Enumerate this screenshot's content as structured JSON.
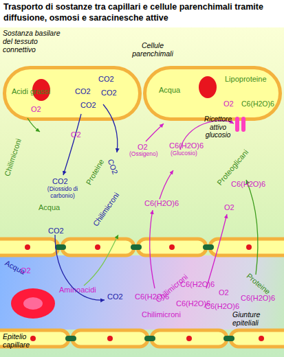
{
  "diagram": {
    "title": "Trasporto di sostanze tra capillari e cellule parenchimali tramite diffusione, osmosi e saracinesche attive",
    "nodes": [
      {
        "text": [
          "Acidi grassi",
          "CO2",
          "CO2",
          "CO2",
          "CO2",
          "O2"
        ]
      },
      {
        "text": [
          "Acqua",
          "Lipoproteine",
          "O2",
          "C6(H2O)6"
        ]
      },
      {
        "text": [
          "Acqua",
          "O2",
          "Aminoacidi",
          "CO2",
          "C6(H2O)6",
          "Chilimicroni",
          "C6(H2O)6",
          "C6(H2O)6",
          "Chilimicroni",
          "C6(H2O)6",
          "O2",
          "C6(H2O)6",
          "Proteine"
        ]
      }
    ],
    "labels": [
      "Sostanza basilare del tessuto connettivo",
      "Cellule parenchimali",
      "Chilimicroni",
      "O2",
      "CO2",
      "(Diossido di carbonio)",
      "CO2",
      "O2",
      "(Ossigeno)",
      "C6(H2O)6",
      "(Glucosio)",
      "Ricettore attivo glucosio",
      "Acqua",
      "Proteine",
      "Chilimicroni",
      "CO2",
      "C6(H2O)6",
      "Proteoglicani",
      "C6(H2O)6",
      "O2",
      "Epitelio capillare",
      "Giunture epiteliali"
    ]
  }
}
